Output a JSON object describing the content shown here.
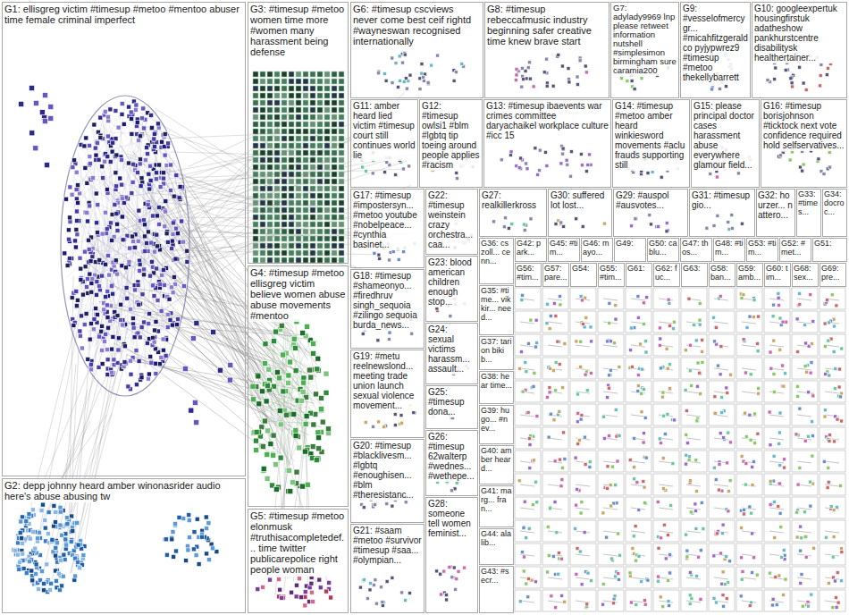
{
  "diagram": {
    "nodes": [
      {
        "text": [
          "G1: ellisgreg victim #timesup #metoo #mentoo abuser time female criminal imperfect"
        ]
      },
      {
        "text": [
          "G2: depp johnny heard amber winonasrider audio here's abuse abusing tw"
        ]
      },
      {
        "text": [
          "G3: #timesup #metoo women time more #women many harassment being defense"
        ]
      },
      {
        "text": [
          "G4: #timesup #metoo ellisgreg victim believe women abuse abuse movements #mentoo"
        ]
      },
      {
        "text": [
          "G5: #timesup #metoo elonmusk #truthisacompletedef... time twitter publicarepolice right people woman"
        ]
      },
      {
        "text": [
          "G6: #timesup cscviews never come best ceif rightd #wayneswan recognised internationally"
        ]
      },
      {
        "text": [
          "G8: #timesup rebeccafmusic industry beginning safer creative time knew brave start"
        ]
      },
      {
        "text": [
          "G7: adylady9969 lnp please retweet information nutshell #simplesimon birmingham sure caramia200"
        ]
      },
      {
        "text": [
          "G9: #vesselofmercygr... #micahfitzgerald co pyjypwrez9 #timesup #metoo thekellybarrett"
        ]
      },
      {
        "text": [
          "G10: googleexpertuk housingfirstuk adatheshow pankhurstcentre disabilitysk healthertainer..."
        ]
      },
      {
        "text": [
          "G11: amber heard lied victim #timesup court still continues world lie"
        ]
      },
      {
        "text": [
          "G12: #timesup owlsi1 #blm #lgbtq tip toeing around people applies #racism"
        ]
      },
      {
        "text": [
          "G13: #timesup ibaevents war crimes committee daryachaikel workplace culture #icc 15"
        ]
      },
      {
        "text": [
          "G14: #timesup #metoo amber heard winkiesword movements #aclu frauds supporting still"
        ]
      },
      {
        "text": [
          "G15: please principal doctor cases harassment abuse everywhere glamour field..."
        ]
      },
      {
        "text": [
          "G16: #timesup borisjohnson #ticktock next vote confidence required hold selfservatives..."
        ]
      },
      {
        "text": [
          "G17: #timesup #impostersyn... #metoo youtube #nobelpeace... #cynthia basinet..."
        ]
      },
      {
        "text": [
          "G22: #timesup weinstein crazy orchestra... caa..."
        ]
      },
      {
        "text": [
          "G27: realkillerkross"
        ]
      },
      {
        "text": [
          "G30: suffered lot lost..."
        ]
      },
      {
        "text": [
          "G29: #auspol #ausvotes..."
        ]
      },
      {
        "text": [
          "G31: #timesup gio..."
        ]
      },
      {
        "text": [
          "G32: hourzer... nattero..."
        ]
      },
      {
        "text": [
          "G33: #times..."
        ]
      },
      {
        "text": [
          "G34: docroc..."
        ]
      },
      {
        "text": [
          "G36: cszoll... cenn..."
        ]
      },
      {
        "text": [
          "G42: park..."
        ]
      },
      {
        "text": [
          "G45: #tim..."
        ]
      },
      {
        "text": [
          "G46: mayo..."
        ]
      },
      {
        "text": [
          "G49:"
        ]
      },
      {
        "text": [
          "G50: cablu..."
        ]
      },
      {
        "text": [
          "G47: thos..."
        ]
      },
      {
        "text": [
          "G48: #tim..."
        ]
      },
      {
        "text": [
          "G53: #tim..."
        ]
      },
      {
        "text": [
          "G52: #met..."
        ]
      },
      {
        "text": [
          "G51:"
        ]
      },
      {
        "text": [
          "G56: #tim..."
        ]
      },
      {
        "text": [
          "G57: pare..."
        ]
      },
      {
        "text": [
          "G54:"
        ]
      },
      {
        "text": [
          "G55: #tim..."
        ]
      },
      {
        "text": [
          "G61:"
        ]
      },
      {
        "text": [
          "G62: fuc..."
        ]
      },
      {
        "text": [
          "G63:"
        ]
      },
      {
        "text": [
          "G58: ban..."
        ]
      },
      {
        "text": [
          "G59: amb..."
        ]
      },
      {
        "text": [
          "G60: tim..."
        ]
      },
      {
        "text": [
          "G68: sex..."
        ]
      },
      {
        "text": [
          "G69: pre..."
        ]
      },
      {
        "text": [
          "G18: #timesup #shameonyo... #firedhruv singh_sequoia #zilingo sequoia burda_news..."
        ]
      },
      {
        "text": [
          "G23: blood american children enough stop..."
        ]
      },
      {
        "text": [
          "G35: #time... vikkir... need..."
        ]
      },
      {
        "text": [
          "G19: #metu reelnewslond... meeting trade union launch sexual violence movement..."
        ]
      },
      {
        "text": [
          "G24: sexual victims harassm... assault..."
        ]
      },
      {
        "text": [
          "G37: tarion bikib..."
        ]
      },
      {
        "text": [
          "G38: hear time..."
        ]
      },
      {
        "text": [
          "G25: #timesup dona..."
        ]
      },
      {
        "text": [
          "G39: hugo... #nev..."
        ]
      },
      {
        "text": [
          "G20: #timesup #blacklivesm... #lgbtq #enoughisen... #blm #theresistanc..."
        ]
      },
      {
        "text": [
          "G26: #timesup 62walterp #wednes... #wethepe..."
        ]
      },
      {
        "text": [
          "G40: amber heard..."
        ]
      },
      {
        "text": [
          "G41: marg... fran..."
        ]
      },
      {
        "text": [
          "G21: #saam #metoo #survivor #timesup #saa... #olympian..."
        ]
      },
      {
        "text": [
          "G28: someone tell women feminist..."
        ]
      },
      {
        "text": [
          "G44: alalib..."
        ]
      },
      {
        "text": [
          "G43: #secr..."
        ]
      }
    ]
  }
}
